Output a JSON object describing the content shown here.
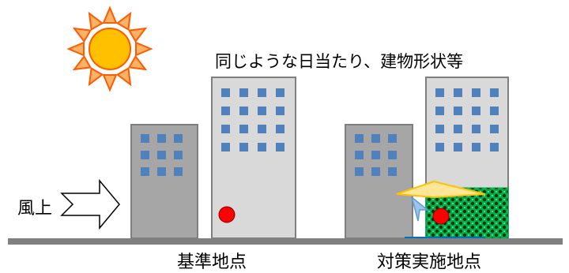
{
  "labels": {
    "condition": "同じような日当たり、建物形状等",
    "windward": "風上",
    "reference_point": "基準地点",
    "measure_point": "対策実施地点"
  },
  "colors": {
    "sun_fill": "#ffc000",
    "sun_stroke": "#ff5b00",
    "ray_fill": "#ffb266",
    "building_tall": "#d9d9d9",
    "building_short": "#a6a6a6",
    "building_outline": "#7f7f7f",
    "window": "#4f81bd",
    "ground": "#808080",
    "point": "#ff0000",
    "greening": "#00b050",
    "greening_dots": "#003300",
    "awning": "#ffe699",
    "pavement": "#0070c0",
    "mist": "#9dc3e6"
  },
  "icons": {
    "sun": "sun-icon",
    "wind_arrow": "right-arrow-outline-icon"
  }
}
